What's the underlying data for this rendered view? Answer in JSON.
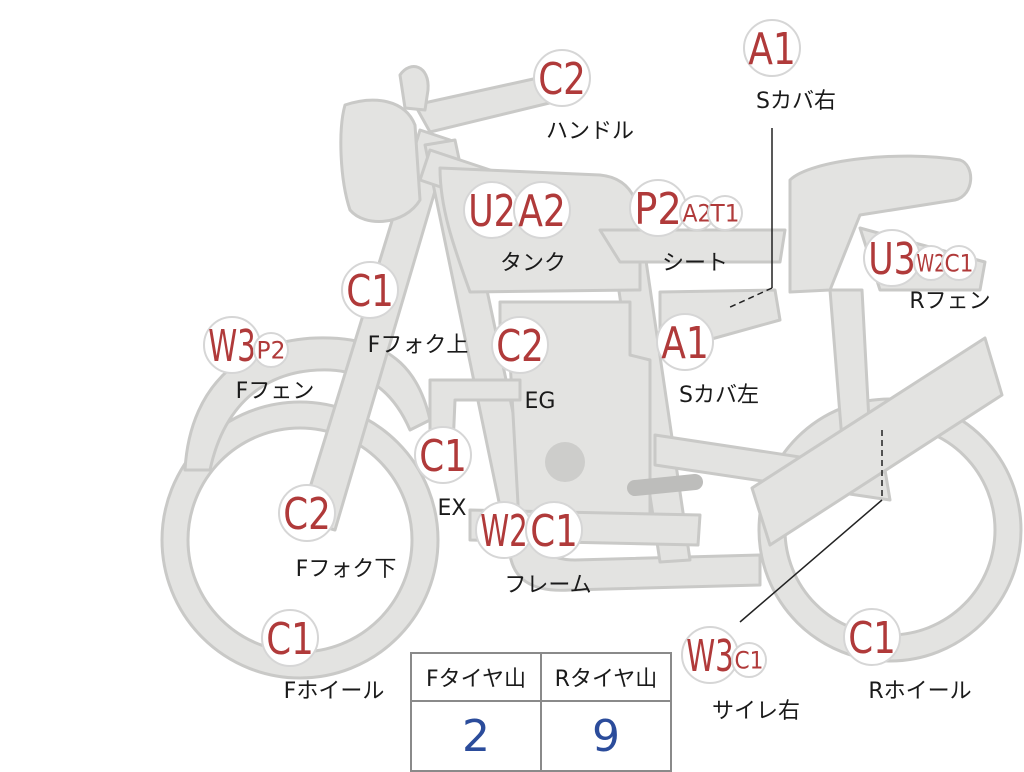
{
  "parts": [
    {
      "id": "handle",
      "codes": [
        {
          "code": "C2",
          "size": "l"
        }
      ],
      "label": "ハンドル"
    },
    {
      "id": "s-cover-right",
      "codes": [
        {
          "code": "A1",
          "size": "l"
        }
      ],
      "label": "Sカバ右"
    },
    {
      "id": "tank",
      "codes": [
        {
          "code": "U2",
          "size": "l"
        },
        {
          "code": "A2",
          "size": "l"
        }
      ],
      "label": "タンク"
    },
    {
      "id": "seat",
      "codes": [
        {
          "code": "P2",
          "size": "l"
        },
        {
          "code": "A2",
          "size": "s"
        },
        {
          "code": "T1",
          "size": "s"
        }
      ],
      "label": "シート"
    },
    {
      "id": "rear-fender",
      "codes": [
        {
          "code": "U3",
          "size": "l"
        },
        {
          "code": "W2",
          "size": "s"
        },
        {
          "code": "C1",
          "size": "s"
        }
      ],
      "label": "Rフェン"
    },
    {
      "id": "front-fork-upper",
      "codes": [
        {
          "code": "C1",
          "size": "l"
        }
      ],
      "label": "Fフォク上"
    },
    {
      "id": "front-fender",
      "codes": [
        {
          "code": "W3",
          "size": "l"
        },
        {
          "code": "P2",
          "size": "s"
        }
      ],
      "label": "Fフェン"
    },
    {
      "id": "engine",
      "codes": [
        {
          "code": "C2",
          "size": "l"
        }
      ],
      "label": "EG"
    },
    {
      "id": "s-cover-left",
      "codes": [
        {
          "code": "A1",
          "size": "l"
        }
      ],
      "label": "Sカバ左"
    },
    {
      "id": "exhaust",
      "codes": [
        {
          "code": "C1",
          "size": "l"
        }
      ],
      "label": "EX"
    },
    {
      "id": "front-fork-lower",
      "codes": [
        {
          "code": "C2",
          "size": "l"
        }
      ],
      "label": "Fフォク下"
    },
    {
      "id": "frame",
      "codes": [
        {
          "code": "W2",
          "size": "l"
        },
        {
          "code": "C1",
          "size": "l"
        }
      ],
      "label": "フレーム"
    },
    {
      "id": "front-wheel",
      "codes": [
        {
          "code": "C1",
          "size": "l"
        }
      ],
      "label": "Fホイール"
    },
    {
      "id": "silencer-right",
      "codes": [
        {
          "code": "W3",
          "size": "l"
        },
        {
          "code": "C1",
          "size": "s"
        }
      ],
      "label": "サイレ右"
    },
    {
      "id": "rear-wheel",
      "codes": [
        {
          "code": "C1",
          "size": "l"
        }
      ],
      "label": "Rホイール"
    }
  ],
  "tire_table": {
    "headers": [
      "Fタイヤ山",
      "Rタイヤ山"
    ],
    "values": [
      "2",
      "9"
    ]
  },
  "colors": {
    "code_text": "#b03a3a",
    "table_value": "#2b4c9b",
    "bike_fill": "#e3e3e1"
  }
}
